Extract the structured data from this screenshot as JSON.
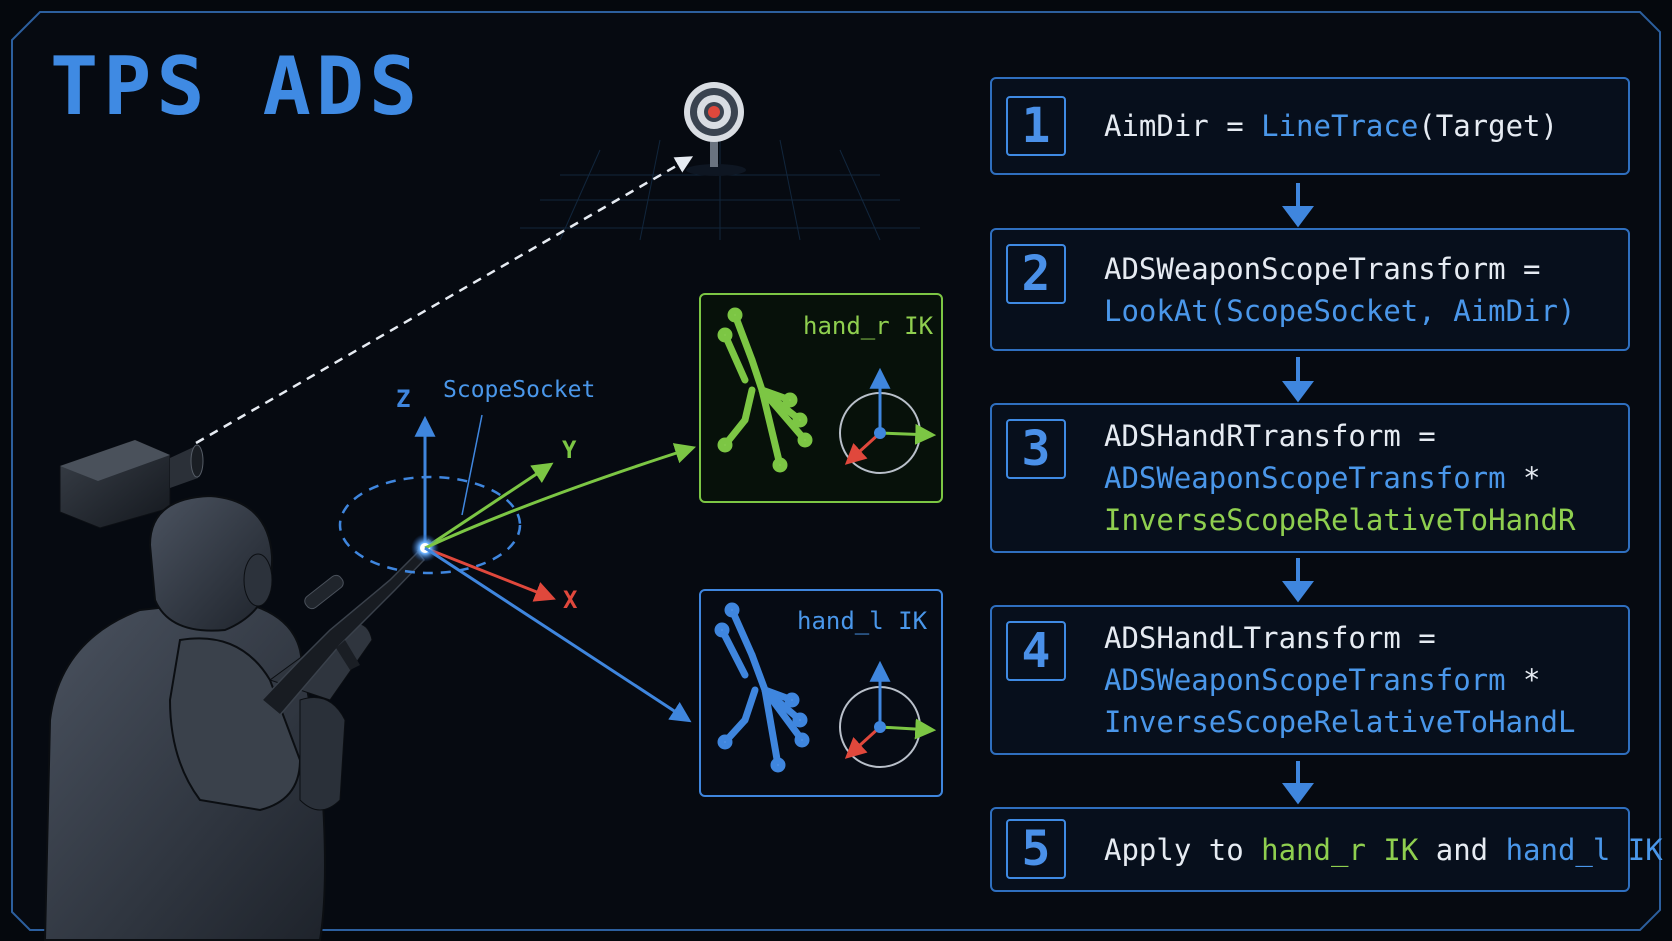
{
  "title": "TPS ADS",
  "scene": {
    "scope_socket_label": "ScopeSocket",
    "axis_z": "Z",
    "axis_y": "Y",
    "axis_x": "X",
    "hand_r_label": "hand_r IK",
    "hand_l_label": "hand_l IK",
    "colors": {
      "accent": "#3f8ae3",
      "green": "#8fcf4f",
      "red": "#e0483c",
      "white": "#e6ebf2"
    },
    "icons": [
      "camera-icon",
      "target-icon",
      "character-figure",
      "rifle-icon",
      "hand-skeleton-icon",
      "axis-gizmo-icon"
    ]
  },
  "steps": [
    {
      "num": "1",
      "lines": [
        [
          {
            "t": "AimDir = ",
            "c": "w"
          },
          {
            "t": "LineTrace",
            "c": "b"
          },
          {
            "t": "(Target)",
            "c": "w"
          }
        ]
      ]
    },
    {
      "num": "2",
      "lines": [
        [
          {
            "t": "ADSWeaponScopeTransform =",
            "c": "w"
          }
        ],
        [
          {
            "t": "LookAt(ScopeSocket, AimDir)",
            "c": "b"
          }
        ]
      ]
    },
    {
      "num": "3",
      "lines": [
        [
          {
            "t": "ADSHandRTransform =",
            "c": "w"
          }
        ],
        [
          {
            "t": "ADSWeaponScopeTransform",
            "c": "b"
          },
          {
            "t": " *",
            "c": "w"
          }
        ],
        [
          {
            "t": "InverseScopeRelativeToHandR",
            "c": "g"
          }
        ]
      ]
    },
    {
      "num": "4",
      "lines": [
        [
          {
            "t": "ADSHandLTransform =",
            "c": "w"
          }
        ],
        [
          {
            "t": "ADSWeaponScopeTransform",
            "c": "b"
          },
          {
            "t": " *",
            "c": "w"
          }
        ],
        [
          {
            "t": "InverseScopeRelativeToHandL",
            "c": "b"
          }
        ]
      ]
    },
    {
      "num": "5",
      "lines": [
        [
          {
            "t": "Apply to ",
            "c": "w"
          },
          {
            "t": "hand_r IK",
            "c": "g"
          },
          {
            "t": " and ",
            "c": "w"
          },
          {
            "t": "hand_l IK",
            "c": "b"
          }
        ]
      ]
    }
  ]
}
